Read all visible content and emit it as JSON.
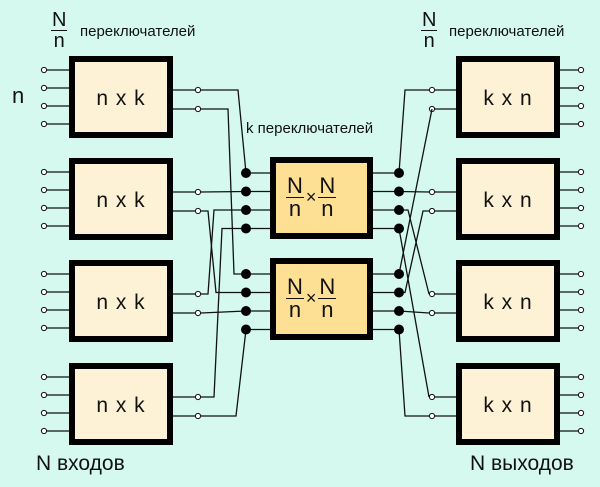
{
  "labels": {
    "left_group_frac_num": "N",
    "left_group_frac_den": "n",
    "left_group_text": "переключателей",
    "right_group_frac_num": "N",
    "right_group_frac_den": "n",
    "right_group_text": "переключателей",
    "middle_group_text": "k переключателей",
    "n_label": "n",
    "inputs_label": "N входов",
    "outputs_label": "N выходов"
  },
  "left_switches": [
    {
      "label": "n x k"
    },
    {
      "label": "n x k"
    },
    {
      "label": "n x k"
    },
    {
      "label": "n x k"
    }
  ],
  "middle_switches": [
    {
      "num": "N",
      "den": "n",
      "op": "×"
    },
    {
      "num": "N",
      "den": "n",
      "op": "×"
    }
  ],
  "right_switches": [
    {
      "label": "k x n"
    },
    {
      "label": "k x n"
    },
    {
      "label": "k x n"
    },
    {
      "label": "k x n"
    }
  ],
  "colors": {
    "background": "#d5f9ee",
    "outer_box_fill": "#fdf2d6",
    "middle_box_fill": "#fde094",
    "border": "#000000"
  }
}
